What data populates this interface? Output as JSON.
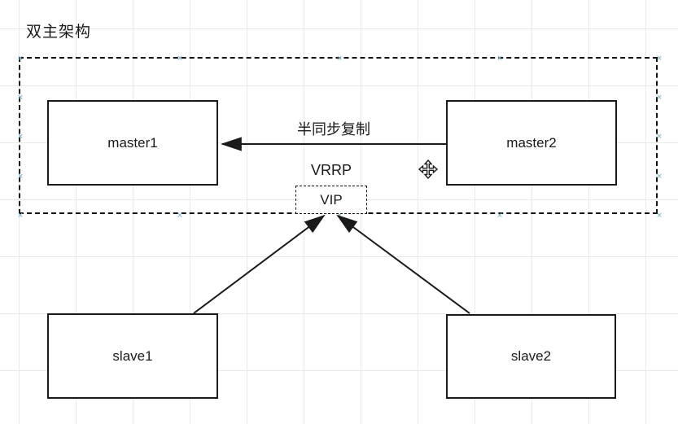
{
  "title": "双主架构",
  "diagram": {
    "nodes": {
      "master1": {
        "label": "master1"
      },
      "master2": {
        "label": "master2"
      },
      "slave1": {
        "label": "slave1"
      },
      "slave2": {
        "label": "slave2"
      },
      "vip": {
        "label": "VIP"
      }
    },
    "labels": {
      "replication": "半同步复制",
      "vrrp": "VRRP"
    },
    "icons": {
      "selection_handle": "✕",
      "move_cursor": "four-way-move-arrows"
    },
    "colors": {
      "stroke": "#1a1a1a",
      "selection_handle": "#72b6c9",
      "grid_line": "#e9e9e9",
      "background": "#ffffff"
    }
  }
}
